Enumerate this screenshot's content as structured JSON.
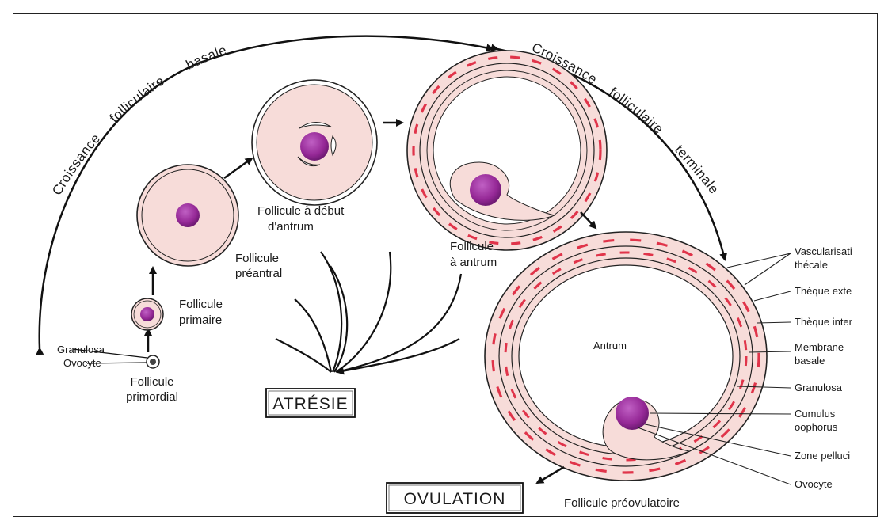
{
  "arcs": {
    "basal": [
      "Croissance",
      "folliculaire",
      "basale"
    ],
    "terminal": [
      "Croissance",
      "folliculaire",
      "terminale"
    ]
  },
  "stages": {
    "primordial": [
      "Follicule",
      "primordial"
    ],
    "primordial_parts": [
      "Granulosa",
      "Ovocyte"
    ],
    "primaire": [
      "Follicule",
      "primaire"
    ],
    "preantral": [
      "Follicule",
      "préantral"
    ],
    "debut_antrum": [
      "Follicule à début",
      "d'antrum"
    ],
    "antrum": [
      "Follicule",
      "à antrum"
    ],
    "preovulatoire": "Follicule préovulatoire"
  },
  "outcomes": {
    "atresie": "ATRÉSIE",
    "ovulation": "OVULATION"
  },
  "preovulatory_parts": {
    "antrum": "Antrum",
    "labels": [
      [
        "Vascularisati",
        "thécale"
      ],
      [
        "Thèque exte"
      ],
      [
        "Thèque inter"
      ],
      [
        "Membrane",
        "basale"
      ],
      [
        "Granulosa"
      ],
      [
        "Cumulus",
        "oophorus"
      ],
      [
        "Zone pelluci"
      ],
      [
        "Ovocyte"
      ]
    ]
  },
  "colors": {
    "follicle_fill": "#f7dcd9",
    "follicle_outline": "#2a2a2a",
    "oocyte": "#9b2a9b",
    "vascular_dash": "#e0344a"
  }
}
